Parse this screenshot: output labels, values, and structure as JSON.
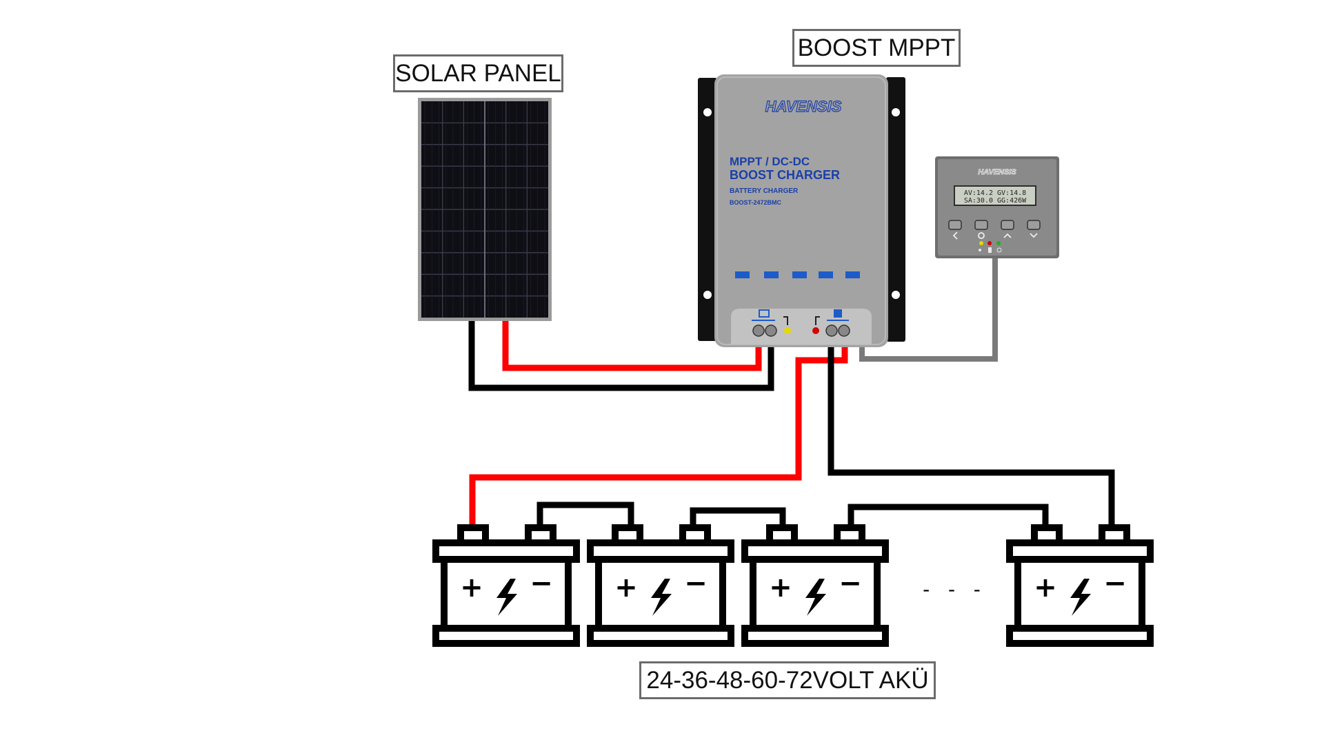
{
  "labels": {
    "solar_panel": "SOLAR PANEL",
    "controller": "BOOST MPPT",
    "battery_bank": "24-36-48-60-72VOLT AKÜ"
  },
  "controller": {
    "brand": "HAVENSIS",
    "line1": "MPPT / DC-DC",
    "line2": "BOOST CHARGER",
    "line3": "BATTERY CHARGER",
    "model": "BOOST-2472BMC"
  },
  "remote_display": {
    "brand": "HAVENSIS",
    "lcd_row1": "AV:14.2 GV:14.8",
    "lcd_row2": "SA:30.0 GG:426W"
  },
  "battery": {
    "plus_symbol": "+",
    "minus_symbol": "−",
    "ellipsis": "-   -   -"
  },
  "colors": {
    "positive_wire": "#ff0000",
    "negative_wire": "#000000",
    "comm_cable": "#7a7a7a",
    "controller_body": "#a3a3a3",
    "brand_blue": "#1a3fa8",
    "status_blue": "#1d5bc9"
  }
}
